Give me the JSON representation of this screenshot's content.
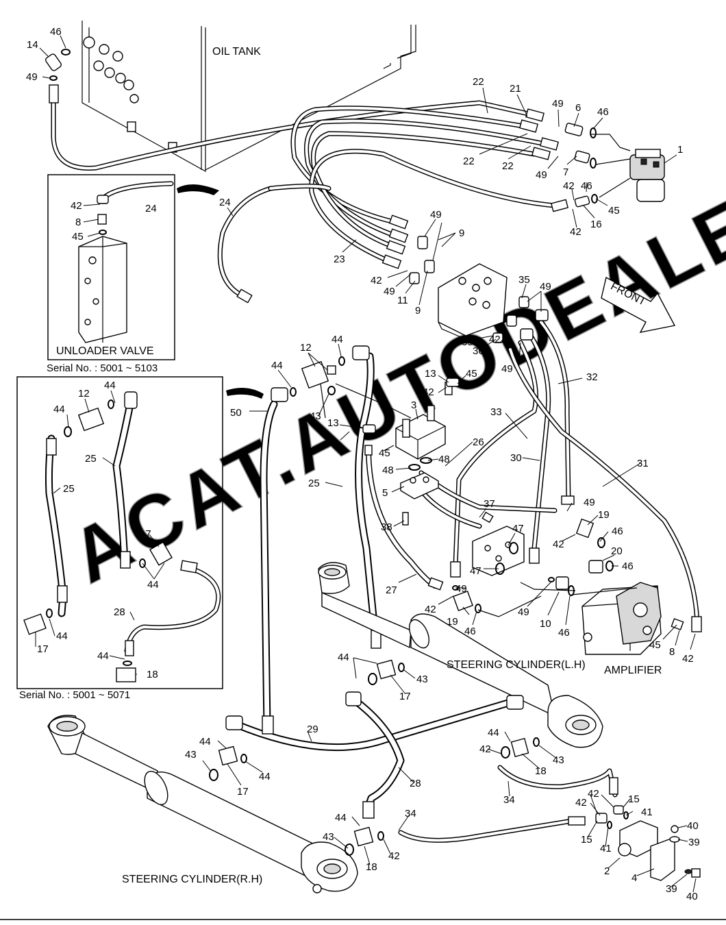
{
  "captions": {
    "oil_tank": "OIL TANK",
    "unloader_valve": "UNLOADER VALVE",
    "serial_a": "Serial No. : 5001 ~ 5103",
    "serial_b": "Serial No. : 5001 ~ 5071",
    "steering_cylinder_lh": "STEERING CYLINDER(L.H)",
    "steering_cylinder_rh": "STEERING CYLINDER(R.H)",
    "amplifier": "AMPLIFIER",
    "front": "FRONT"
  },
  "watermark": "ACAT.AUTODEALER.RU",
  "callouts": [
    "1",
    "2",
    "3",
    "4",
    "5",
    "6",
    "7",
    "8",
    "9",
    "10",
    "11",
    "12",
    "13",
    "14",
    "15",
    "16",
    "17",
    "18",
    "19",
    "20",
    "21",
    "22",
    "23",
    "24",
    "25",
    "26",
    "27",
    "28",
    "29",
    "30",
    "31",
    "32",
    "33",
    "34",
    "35",
    "36",
    "37",
    "38",
    "39",
    "40",
    "41",
    "42",
    "43",
    "44",
    "45",
    "46",
    "47",
    "48",
    "49",
    "50"
  ],
  "labels": [
    {
      "t": "46"
    },
    {
      "t": "14"
    },
    {
      "t": "49"
    },
    {
      "t": "22"
    },
    {
      "t": "21"
    },
    {
      "t": "49"
    },
    {
      "t": "6"
    },
    {
      "t": "46"
    },
    {
      "t": "1"
    },
    {
      "t": "22"
    },
    {
      "t": "22"
    },
    {
      "t": "49"
    },
    {
      "t": "7"
    },
    {
      "t": "42"
    },
    {
      "t": "46"
    },
    {
      "t": "45"
    },
    {
      "t": "16"
    },
    {
      "t": "42"
    },
    {
      "t": "24"
    },
    {
      "t": "24"
    },
    {
      "t": "42"
    },
    {
      "t": "8"
    },
    {
      "t": "45"
    },
    {
      "t": "49"
    },
    {
      "t": "9"
    },
    {
      "t": "23"
    },
    {
      "t": "42"
    },
    {
      "t": "49"
    },
    {
      "t": "11"
    },
    {
      "t": "9"
    },
    {
      "t": "35"
    },
    {
      "t": "49"
    },
    {
      "t": "35"
    },
    {
      "t": "36"
    },
    {
      "t": "42"
    },
    {
      "t": "49"
    },
    {
      "t": "32"
    },
    {
      "t": "12"
    },
    {
      "t": "44"
    },
    {
      "t": "44"
    },
    {
      "t": "13"
    },
    {
      "t": "45"
    },
    {
      "t": "42"
    },
    {
      "t": "43"
    },
    {
      "t": "3"
    },
    {
      "t": "33"
    },
    {
      "t": "50"
    },
    {
      "t": "13"
    },
    {
      "t": "42"
    },
    {
      "t": "45"
    },
    {
      "t": "26"
    },
    {
      "t": "48"
    },
    {
      "t": "48"
    },
    {
      "t": "30"
    },
    {
      "t": "31"
    },
    {
      "t": "25"
    },
    {
      "t": "5"
    },
    {
      "t": "37"
    },
    {
      "t": "49"
    },
    {
      "t": "19"
    },
    {
      "t": "38"
    },
    {
      "t": "47"
    },
    {
      "t": "46"
    },
    {
      "t": "42"
    },
    {
      "t": "20"
    },
    {
      "t": "46"
    },
    {
      "t": "47"
    },
    {
      "t": "27"
    },
    {
      "t": "49"
    },
    {
      "t": "42"
    },
    {
      "t": "19"
    },
    {
      "t": "49"
    },
    {
      "t": "10"
    },
    {
      "t": "46"
    },
    {
      "t": "46"
    },
    {
      "t": "45"
    },
    {
      "t": "8"
    },
    {
      "t": "42"
    },
    {
      "t": "12"
    },
    {
      "t": "44"
    },
    {
      "t": "44"
    },
    {
      "t": "25"
    },
    {
      "t": "25"
    },
    {
      "t": "17"
    },
    {
      "t": "44"
    },
    {
      "t": "28"
    },
    {
      "t": "17"
    },
    {
      "t": "44"
    },
    {
      "t": "44"
    },
    {
      "t": "18"
    },
    {
      "t": "44"
    },
    {
      "t": "17"
    },
    {
      "t": "43"
    },
    {
      "t": "29"
    },
    {
      "t": "44"
    },
    {
      "t": "43"
    },
    {
      "t": "17"
    },
    {
      "t": "44"
    },
    {
      "t": "44"
    },
    {
      "t": "42"
    },
    {
      "t": "18"
    },
    {
      "t": "43"
    },
    {
      "t": "28"
    },
    {
      "t": "34"
    },
    {
      "t": "42"
    },
    {
      "t": "15"
    },
    {
      "t": "42"
    },
    {
      "t": "41"
    },
    {
      "t": "40"
    },
    {
      "t": "39"
    },
    {
      "t": "15"
    },
    {
      "t": "41"
    },
    {
      "t": "34"
    },
    {
      "t": "44"
    },
    {
      "t": "43"
    },
    {
      "t": "42"
    },
    {
      "t": "18"
    },
    {
      "t": "2"
    },
    {
      "t": "4"
    },
    {
      "t": "39"
    },
    {
      "t": "40"
    }
  ]
}
